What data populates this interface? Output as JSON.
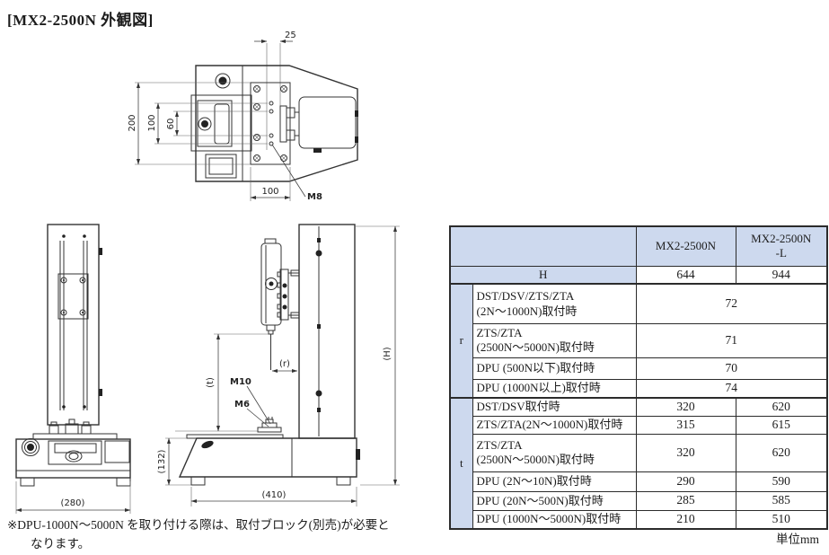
{
  "title": "[MX2-2500N 外観図]",
  "note": {
    "line1": "※DPU-1000N～5000N を取り付ける際は、取付ブロック(別売)が必要と",
    "line2": "なります。"
  },
  "unit_label": "単位mm",
  "colors": {
    "table_header_bg": "#cdd9ee",
    "drawing_line": "#333333"
  },
  "drawings": {
    "top_view": {
      "dim_hole_pitch": "25",
      "dim_plate_height": "200",
      "dim_hole_span": "100",
      "dim_hole_inner": "60",
      "dim_plate_width": "100",
      "thread_label": "M8"
    },
    "front_view": {
      "dim_base_width": "(280)"
    },
    "side_view": {
      "dim_stroke": "(t)",
      "dim_reach": "(r)",
      "dim_height": "(H)",
      "dim_base_height": "(132)",
      "dim_base_depth": "(410)",
      "thread_label_upper": "M10",
      "thread_label_lower": "M6"
    }
  },
  "table": {
    "columns": [
      "MX2-2500N",
      "MX2-2500N\n-L"
    ],
    "h_row": {
      "label": "H",
      "values": [
        "644",
        "944"
      ]
    },
    "r_group": {
      "key": "r",
      "rows": [
        {
          "label": "DST/DSV/ZTS/ZTA\n(2N～1000N)取付時",
          "value": "72"
        },
        {
          "label": "ZTS/ZTA\n(2500N～5000N)取付時",
          "value": "71"
        },
        {
          "label": "DPU (500N以下)取付時",
          "value": "70"
        },
        {
          "label": "DPU (1000N以上)取付時",
          "value": "74"
        }
      ]
    },
    "t_group": {
      "key": "t",
      "rows": [
        {
          "label": "DST/DSV取付時",
          "values": [
            "320",
            "620"
          ]
        },
        {
          "label": "ZTS/ZTA(2N～1000N)取付時",
          "values": [
            "315",
            "615"
          ]
        },
        {
          "label": "ZTS/ZTA\n(2500N～5000N)取付時",
          "values": [
            "320",
            "620"
          ]
        },
        {
          "label": "DPU (2N～10N)取付時",
          "values": [
            "290",
            "590"
          ]
        },
        {
          "label": "DPU (20N～500N)取付時",
          "values": [
            "285",
            "585"
          ]
        },
        {
          "label": "DPU (1000N～5000N)取付時",
          "values": [
            "210",
            "510"
          ]
        }
      ]
    }
  }
}
